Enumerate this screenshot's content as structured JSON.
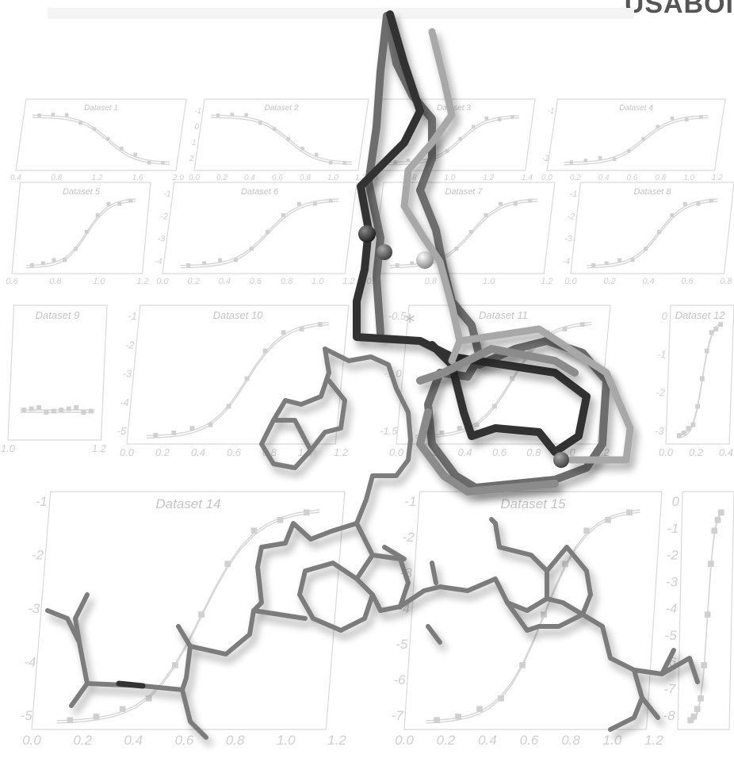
{
  "top_right_text": "USABOI",
  "palette": {
    "background": "#ffffff",
    "panel": "#d6d6d6",
    "stick_dark": "#333333",
    "stick_mid": "#777777",
    "stick_light": "#bbbbbb"
  },
  "panels": [
    {
      "id": 1,
      "title": "Dataset 1",
      "xticks": [
        "0.4",
        "0.8",
        "1.2",
        "1.6",
        "2.0"
      ],
      "yticks": [],
      "trend": "down"
    },
    {
      "id": 2,
      "title": "Dataset 2",
      "xticks": [
        "0.0",
        "0.2",
        "0.4",
        "0.6",
        "0.8",
        "1.0",
        "1.2"
      ],
      "yticks": [
        "-1",
        "0",
        "1",
        "2"
      ],
      "trend": "down"
    },
    {
      "id": 3,
      "title": "Dataset 3",
      "xticks": [
        "0.6",
        "0.8",
        "1.0",
        "1.2",
        "1.4"
      ],
      "yticks": [],
      "trend": "up"
    },
    {
      "id": 4,
      "title": "Dataset 4",
      "xticks": [
        "0.0",
        "0.2",
        "0.4",
        "0.6",
        "0.8",
        "1.0",
        "1.2"
      ],
      "yticks": [
        "-1",
        "-2"
      ],
      "trend": "up"
    },
    {
      "id": 5,
      "title": "Dataset 5",
      "xticks": [
        "0.6",
        "0.8",
        "1.0",
        "1.2"
      ],
      "yticks": [],
      "trend": "up"
    },
    {
      "id": 6,
      "title": "Dataset 6",
      "xticks": [
        "0.0",
        "0.2",
        "0.4",
        "0.6",
        "0.8",
        "1.0",
        "1.2"
      ],
      "yticks": [
        "-1",
        "-2",
        "-3",
        "-4"
      ],
      "trend": "up"
    },
    {
      "id": 7,
      "title": "Dataset 7",
      "xticks": [
        "0.6",
        "0.8",
        "1.0",
        "1.2"
      ],
      "yticks": [],
      "trend": "up"
    },
    {
      "id": 8,
      "title": "Dataset 8",
      "xticks": [
        "0.0",
        "0.2",
        "0.4",
        "0.6",
        "0.8"
      ],
      "yticks": [
        "-1",
        "-2",
        "-3",
        "-4"
      ],
      "trend": "up"
    },
    {
      "id": 9,
      "title": "Dataset 9",
      "xticks": [
        "1.0",
        "1.2"
      ],
      "yticks": [],
      "trend": "flat"
    },
    {
      "id": 10,
      "title": "Dataset 10",
      "xticks": [
        "0.0",
        "0.2",
        "0.4",
        "0.6",
        "0.8",
        "1.0",
        "1.2"
      ],
      "yticks": [
        "-1",
        "-2",
        "-3",
        "-4",
        "-5"
      ],
      "trend": "up"
    },
    {
      "id": 11,
      "title": "Dataset 11",
      "xticks": [
        "0.0",
        "0.2",
        "0.4",
        "0.6",
        "0.8",
        "1.0",
        "1.2"
      ],
      "yticks": [
        "-0.5",
        "-1.0",
        "-1.5"
      ],
      "trend": "up"
    },
    {
      "id": 12,
      "title": "Dataset 12",
      "xticks": [
        "0.0",
        "0.2",
        "0.4"
      ],
      "yticks": [
        "0",
        "-1",
        "-2",
        "-3"
      ],
      "trend": "up"
    },
    {
      "id": 14,
      "title": "Dataset 14",
      "xticks": [
        "0.0",
        "0.2",
        "0.4",
        "0.6",
        "0.8",
        "1.0",
        "1.2"
      ],
      "yticks": [
        "-1",
        "-2",
        "-3",
        "-4",
        "-5"
      ],
      "trend": "up"
    },
    {
      "id": 15,
      "title": "Dataset 15",
      "xticks": [
        "0.0",
        "0.2",
        "0.4",
        "0.6",
        "0.8",
        "1.0",
        "1.2"
      ],
      "yticks": [
        "-1",
        "-2",
        "-3",
        "-4",
        "-5",
        "-6",
        "-7"
      ],
      "trend": "up"
    },
    {
      "id": 16,
      "title": "",
      "xticks": [],
      "yticks": [
        "0",
        "-1",
        "-2",
        "-3",
        "-4",
        "-5",
        "-6",
        "-7",
        "-8"
      ],
      "trend": "up"
    }
  ],
  "marker_symbol": "*"
}
